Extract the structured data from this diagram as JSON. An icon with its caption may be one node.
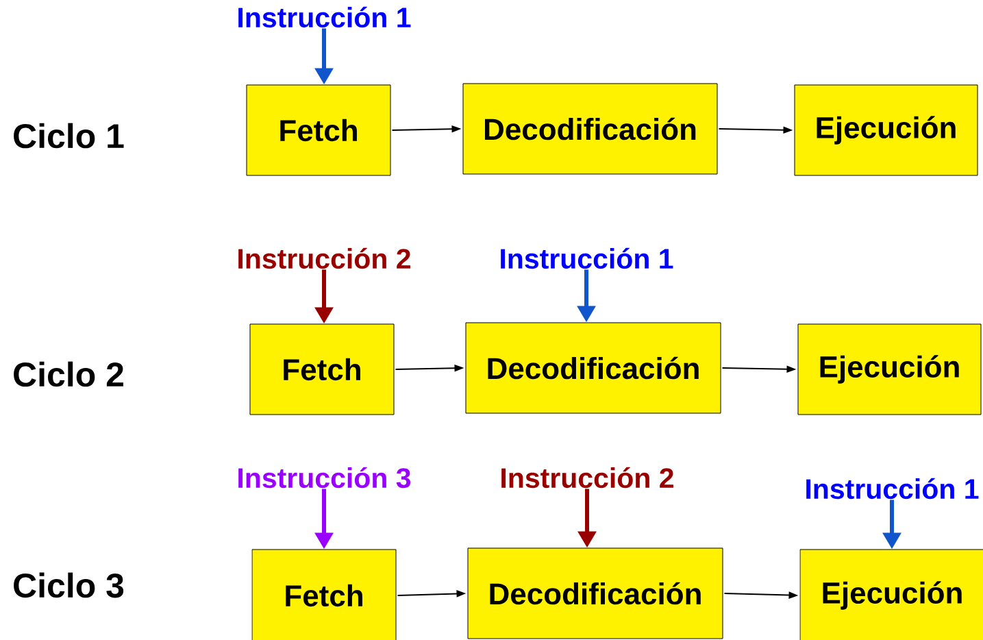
{
  "diagram": {
    "nodes": [
      {
        "text": [
          "Instrucción 1"
        ]
      },
      {
        "text": [
          "Fetch"
        ]
      },
      {
        "text": [
          "Decodificación"
        ]
      },
      {
        "text": [
          "Ejecución"
        ]
      },
      {
        "text": [
          "Instrucción 2"
        ]
      },
      {
        "text": [
          "Instrucción 1"
        ]
      },
      {
        "text": [
          "Fetch"
        ]
      },
      {
        "text": [
          "Decodificación"
        ]
      },
      {
        "text": [
          "Ejecución"
        ]
      },
      {
        "text": [
          "Instrucción 3"
        ]
      },
      {
        "text": [
          "Instrucción 2"
        ]
      },
      {
        "text": [
          "Instrucción 1"
        ]
      },
      {
        "text": [
          "Fetch"
        ]
      },
      {
        "text": [
          "Decodificación"
        ]
      },
      {
        "text": [
          "Ejecución"
        ]
      }
    ],
    "edges": [
      {
        "from": 0,
        "to": 1,
        "arrow": "to",
        "style": "thick",
        "color": "#1155cc"
      },
      {
        "from": 1,
        "to": 2,
        "arrow": "to"
      },
      {
        "from": 2,
        "to": 3,
        "arrow": "to"
      },
      {
        "from": 4,
        "to": 6,
        "arrow": "to",
        "style": "thick",
        "color": "#990000"
      },
      {
        "from": 5,
        "to": 7,
        "arrow": "to",
        "style": "thick",
        "color": "#1155cc"
      },
      {
        "from": 6,
        "to": 7,
        "arrow": "to"
      },
      {
        "from": 7,
        "to": 8,
        "arrow": "to"
      },
      {
        "from": 9,
        "to": 12,
        "arrow": "to",
        "style": "thick",
        "color": "#9900ff"
      },
      {
        "from": 10,
        "to": 13,
        "arrow": "to",
        "style": "thick",
        "color": "#990000"
      },
      {
        "from": 11,
        "to": 14,
        "arrow": "to",
        "style": "thick",
        "color": "#1155cc"
      },
      {
        "from": 12,
        "to": 13,
        "arrow": "to"
      },
      {
        "from": 13,
        "to": 14,
        "arrow": "to"
      }
    ],
    "labels": [
      "Ciclo 1",
      "Ciclo 2",
      "Ciclo 3"
    ]
  }
}
